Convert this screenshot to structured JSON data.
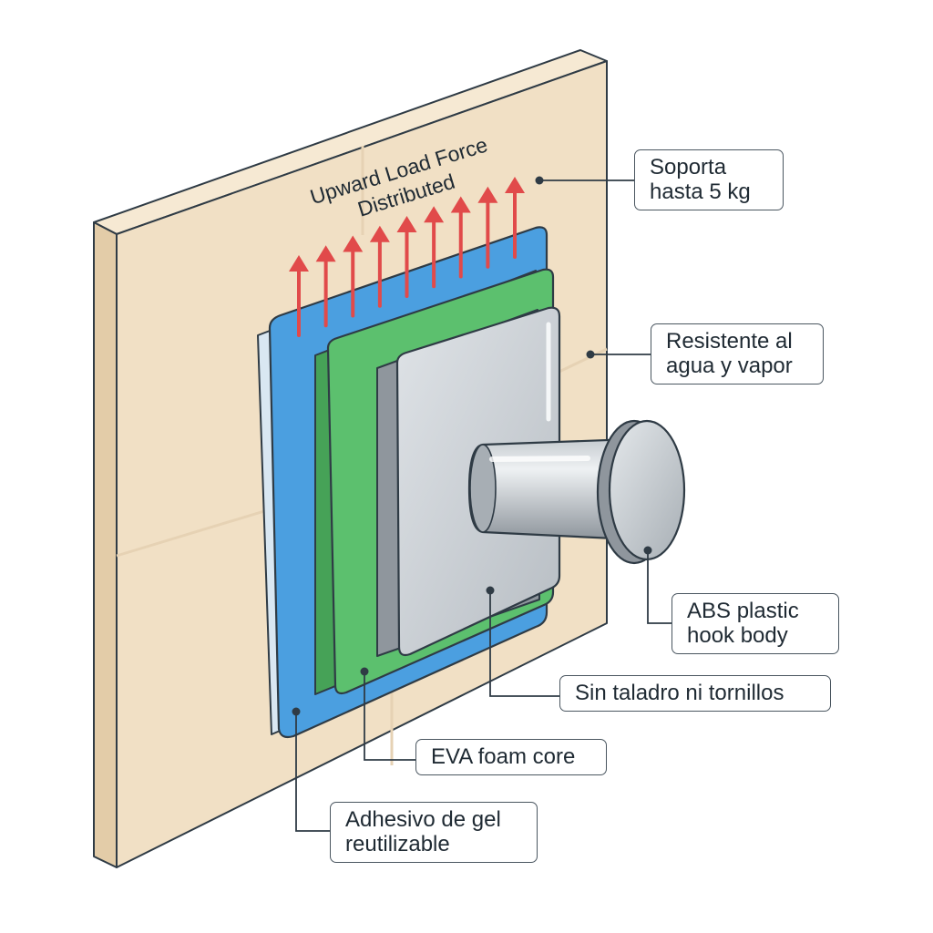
{
  "title_lines": [
    "Upward Load Force",
    "Distributed"
  ],
  "callouts": {
    "load": [
      "Soporta",
      "hasta 5 kg"
    ],
    "water": [
      "Resistente al",
      "agua y vapor"
    ],
    "abs": [
      "ABS plastic",
      "hook body"
    ],
    "drill": [
      "Sin taladro ni tornillos"
    ],
    "eva": [
      "EVA foam core"
    ],
    "gel": [
      "Adhesivo de gel",
      "reutilizable"
    ]
  },
  "colors": {
    "wall": "#f1e0c5",
    "wall_edge": "#e3cca8",
    "gel_layer": "#4b9fe0",
    "eva_layer": "#5cc06e",
    "abs_plate": "#c9ced3",
    "arrow": "#e14a4a",
    "outline": "#2f3b45"
  },
  "icons": [
    "up-arrow-icon"
  ]
}
